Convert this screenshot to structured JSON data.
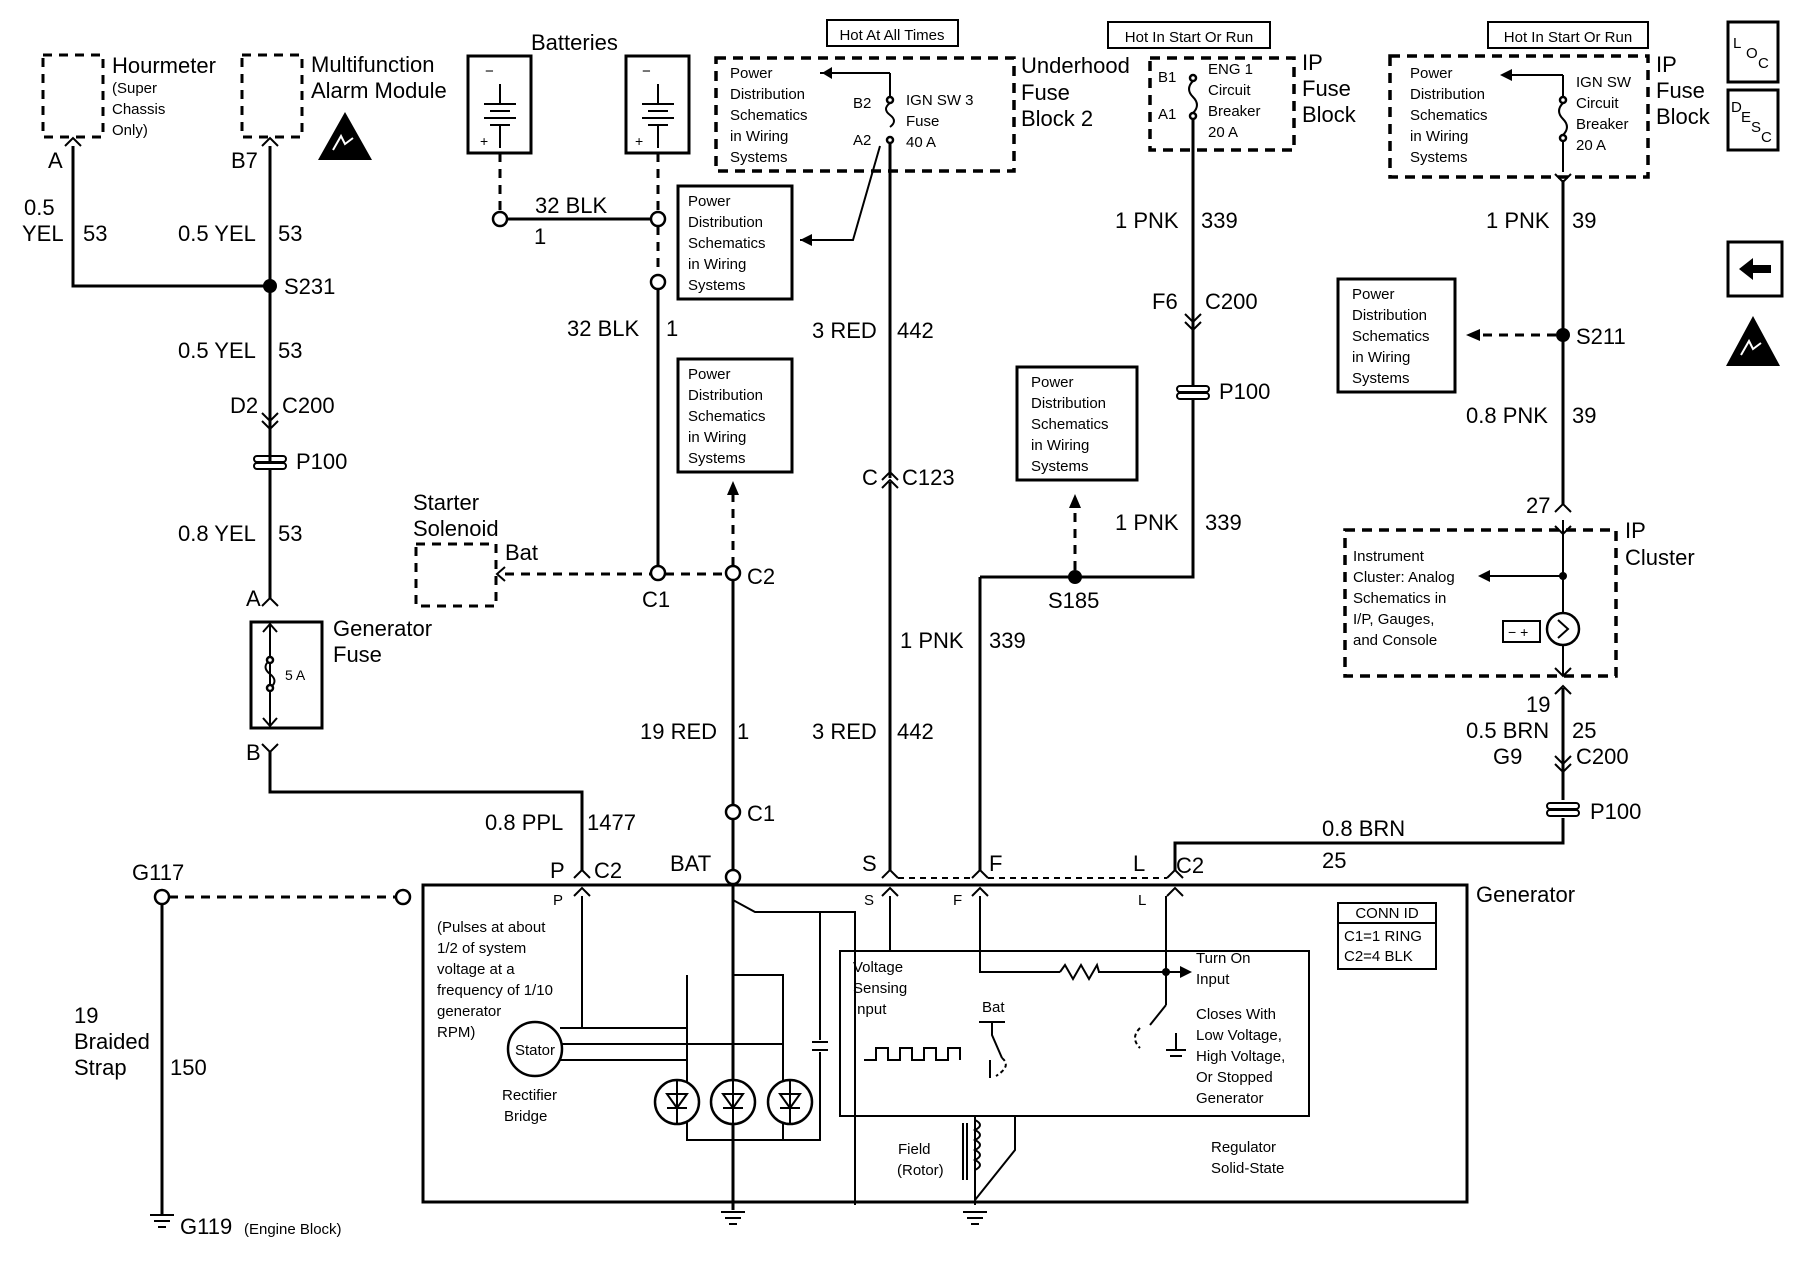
{
  "top_left": {
    "hourmeter_title": "Hourmeter",
    "hourmeter_note": [
      "(Super",
      "Chassis",
      "Only)"
    ],
    "mam_title": [
      "Multifunction",
      "Alarm Module"
    ],
    "pin_a": "A",
    "pin_b7": "B7",
    "wire_left": [
      "0.5",
      "YEL",
      "53"
    ],
    "wire_mid": [
      "0.5 YEL",
      "53"
    ],
    "splice_s231": "S231",
    "wire_after_splice": [
      "0.5 YEL",
      "53"
    ],
    "conn_d2": "D2",
    "conn_c200": "C200",
    "p100": "P100",
    "wire_08yel": [
      "0.8 YEL",
      "53"
    ],
    "pin_a_fuse": "A",
    "gen_fuse_title": [
      "Generator",
      "Fuse"
    ],
    "fuse_rating": "5 A",
    "pin_b_fuse": "B",
    "wire_ppl": [
      "0.8 PPL",
      "1477"
    ]
  },
  "batteries": {
    "title": "Batteries",
    "minus": "−",
    "plus": "+",
    "wire_32blk_h": [
      "32 BLK",
      "1"
    ],
    "wire_32blk_v": [
      "32 BLK",
      "1"
    ]
  },
  "underhood": {
    "banner": "Hot At All Times",
    "title": [
      "Underhood",
      "Fuse",
      "Block 2"
    ],
    "pds_text": [
      "Power",
      "Distribution",
      "Schematics",
      "in Wiring",
      "Systems"
    ],
    "b2": "B2",
    "a2": "A2",
    "fuse_text": [
      "IGN SW 3",
      "Fuse",
      "40 A"
    ]
  },
  "pds_boxes": [
    [
      "Power",
      "Distribution",
      "Schematics",
      "in Wiring",
      "Systems"
    ],
    [
      "Power",
      "Distribution",
      "Schematics",
      "in Wiring",
      "Systems"
    ],
    [
      "Power",
      "Distribution",
      "Schematics",
      "in Wiring",
      "Systems"
    ],
    [
      "Power",
      "Distribution",
      "Schematics",
      "in Wiring",
      "Systems"
    ]
  ],
  "starter": {
    "title": [
      "Starter",
      "Solenoid"
    ],
    "bat": "Bat",
    "c1": "C1",
    "c2": "C2"
  },
  "center_wires": {
    "red_top": [
      "3 RED",
      "442"
    ],
    "c_label": "C",
    "c123": "C123",
    "pnk_mid": [
      "1 PNK",
      "339"
    ],
    "red_19": [
      "19 RED",
      "1"
    ],
    "red_bottom": [
      "3 RED",
      "442"
    ],
    "c1_lower": "C1"
  },
  "ip_fuse_block_1": {
    "banner": "Hot In Start Or Run",
    "title": [
      "IP",
      "Fuse",
      "Block"
    ],
    "b1": "B1",
    "a1": "A1",
    "breaker_text": [
      "ENG 1",
      "Circuit",
      "Breaker",
      "20 A"
    ],
    "wire_pnk_top": [
      "1 PNK",
      "339"
    ],
    "f6": "F6",
    "c200": "C200",
    "p100": "P100",
    "wire_pnk_low": [
      "1 PNK",
      "339"
    ],
    "s185": "S185"
  },
  "ip_fuse_block_2": {
    "banner": "Hot In Start Or Run",
    "title": [
      "IP",
      "Fuse",
      "Block"
    ],
    "pds_text": [
      "Power",
      "Distribution",
      "Schematics",
      "in Wiring",
      "Systems"
    ],
    "breaker_text": [
      "IGN SW",
      "Circuit",
      "Breaker",
      "20 A"
    ],
    "wire_pnk": [
      "1 PNK",
      "39"
    ],
    "s211": "S211",
    "wire_08pnk": [
      "0.8 PNK",
      "39"
    ],
    "pin_27": "27"
  },
  "ip_cluster": {
    "title": [
      "IP",
      "Cluster"
    ],
    "text": [
      "Instrument",
      "Cluster: Analog",
      "Schematics in",
      "I/P, Gauges,",
      "and Console"
    ],
    "pin_19": "19",
    "wire_brn": [
      "0.5 BRN",
      "25"
    ],
    "g9": "G9",
    "c200": "C200",
    "p100": "P100",
    "wire_08brn": [
      "0.8 BRN",
      "25"
    ]
  },
  "right_icons": {
    "loc": [
      "L",
      "O",
      "C"
    ],
    "desc": [
      "D",
      "E",
      "S",
      "C"
    ],
    "arrow": "←"
  },
  "ground": {
    "g117": "G117",
    "strap": [
      "19",
      "Braided",
      "Strap"
    ],
    "strap_num": "150",
    "g119": "G119",
    "g119_note": "(Engine Block)"
  },
  "generator": {
    "title": "Generator",
    "term_p": "P",
    "term_c2": "C2",
    "term_bat": "BAT",
    "term_s": "S",
    "term_f": "F",
    "term_l": "L",
    "term_c2_right": "C2",
    "inner_p": "P",
    "inner_s": "S",
    "inner_f": "F",
    "inner_l": "L",
    "pulse_note": [
      "(Pulses at about",
      "1/2 of system",
      "voltage at a",
      "frequency of 1/10",
      "generator",
      "RPM)"
    ],
    "stator": "Stator",
    "rectifier": [
      "Rectifier",
      "Bridge"
    ],
    "conn_id": [
      "CONN ID",
      "C1=1 RING",
      "C2=4 BLK"
    ],
    "voltage_sensing": [
      "Voltage",
      "Sensing",
      "Input"
    ],
    "bat_small": "Bat",
    "turn_on": [
      "Turn On",
      "Input"
    ],
    "closes": [
      "Closes With",
      "Low Voltage,",
      "High Voltage,",
      "Or Stopped",
      "Generator"
    ],
    "field": [
      "Field",
      "(Rotor)"
    ],
    "regulator": [
      "Regulator",
      "Solid-State"
    ]
  }
}
